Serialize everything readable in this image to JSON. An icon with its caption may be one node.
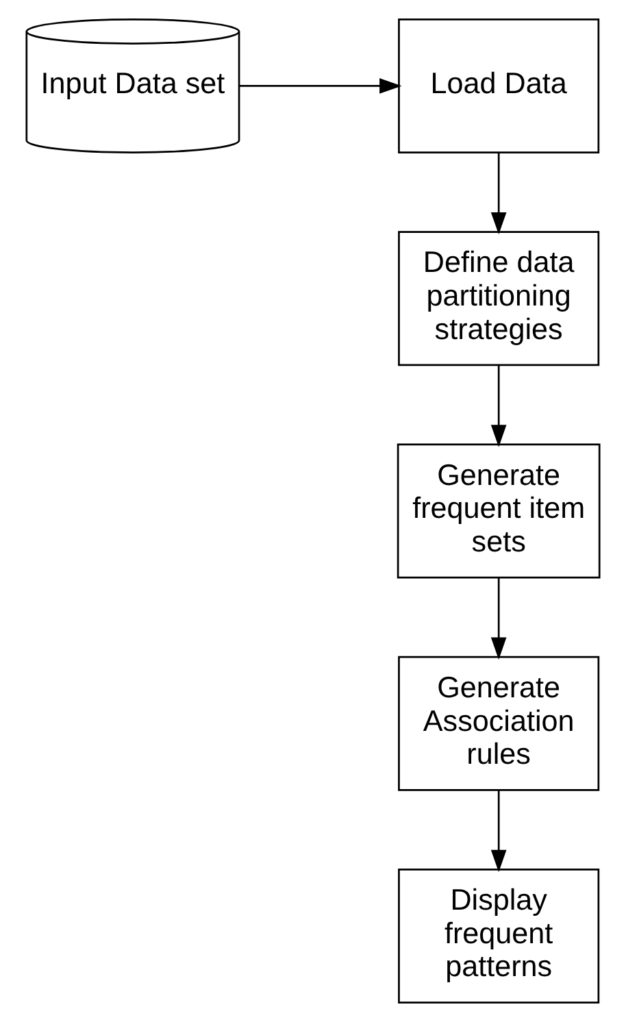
{
  "diagram": {
    "nodes": [
      {
        "text": [
          "Input Data set"
        ]
      },
      {
        "text": [
          "Load Data"
        ]
      },
      {
        "text": [
          "Define data partitioning strategies"
        ]
      },
      {
        "text": [
          "Generate frequent item sets"
        ]
      },
      {
        "text": [
          "Generate Association rules"
        ]
      },
      {
        "text": [
          "Display frequent patterns"
        ]
      }
    ],
    "edges": [
      {
        "from": 0,
        "to": 1,
        "arrow": "to"
      },
      {
        "from": 1,
        "to": 2,
        "arrow": "to"
      },
      {
        "from": 2,
        "to": 3,
        "arrow": "to"
      },
      {
        "from": 3,
        "to": 4,
        "arrow": "to"
      },
      {
        "from": 4,
        "to": 5,
        "arrow": "to"
      }
    ]
  }
}
